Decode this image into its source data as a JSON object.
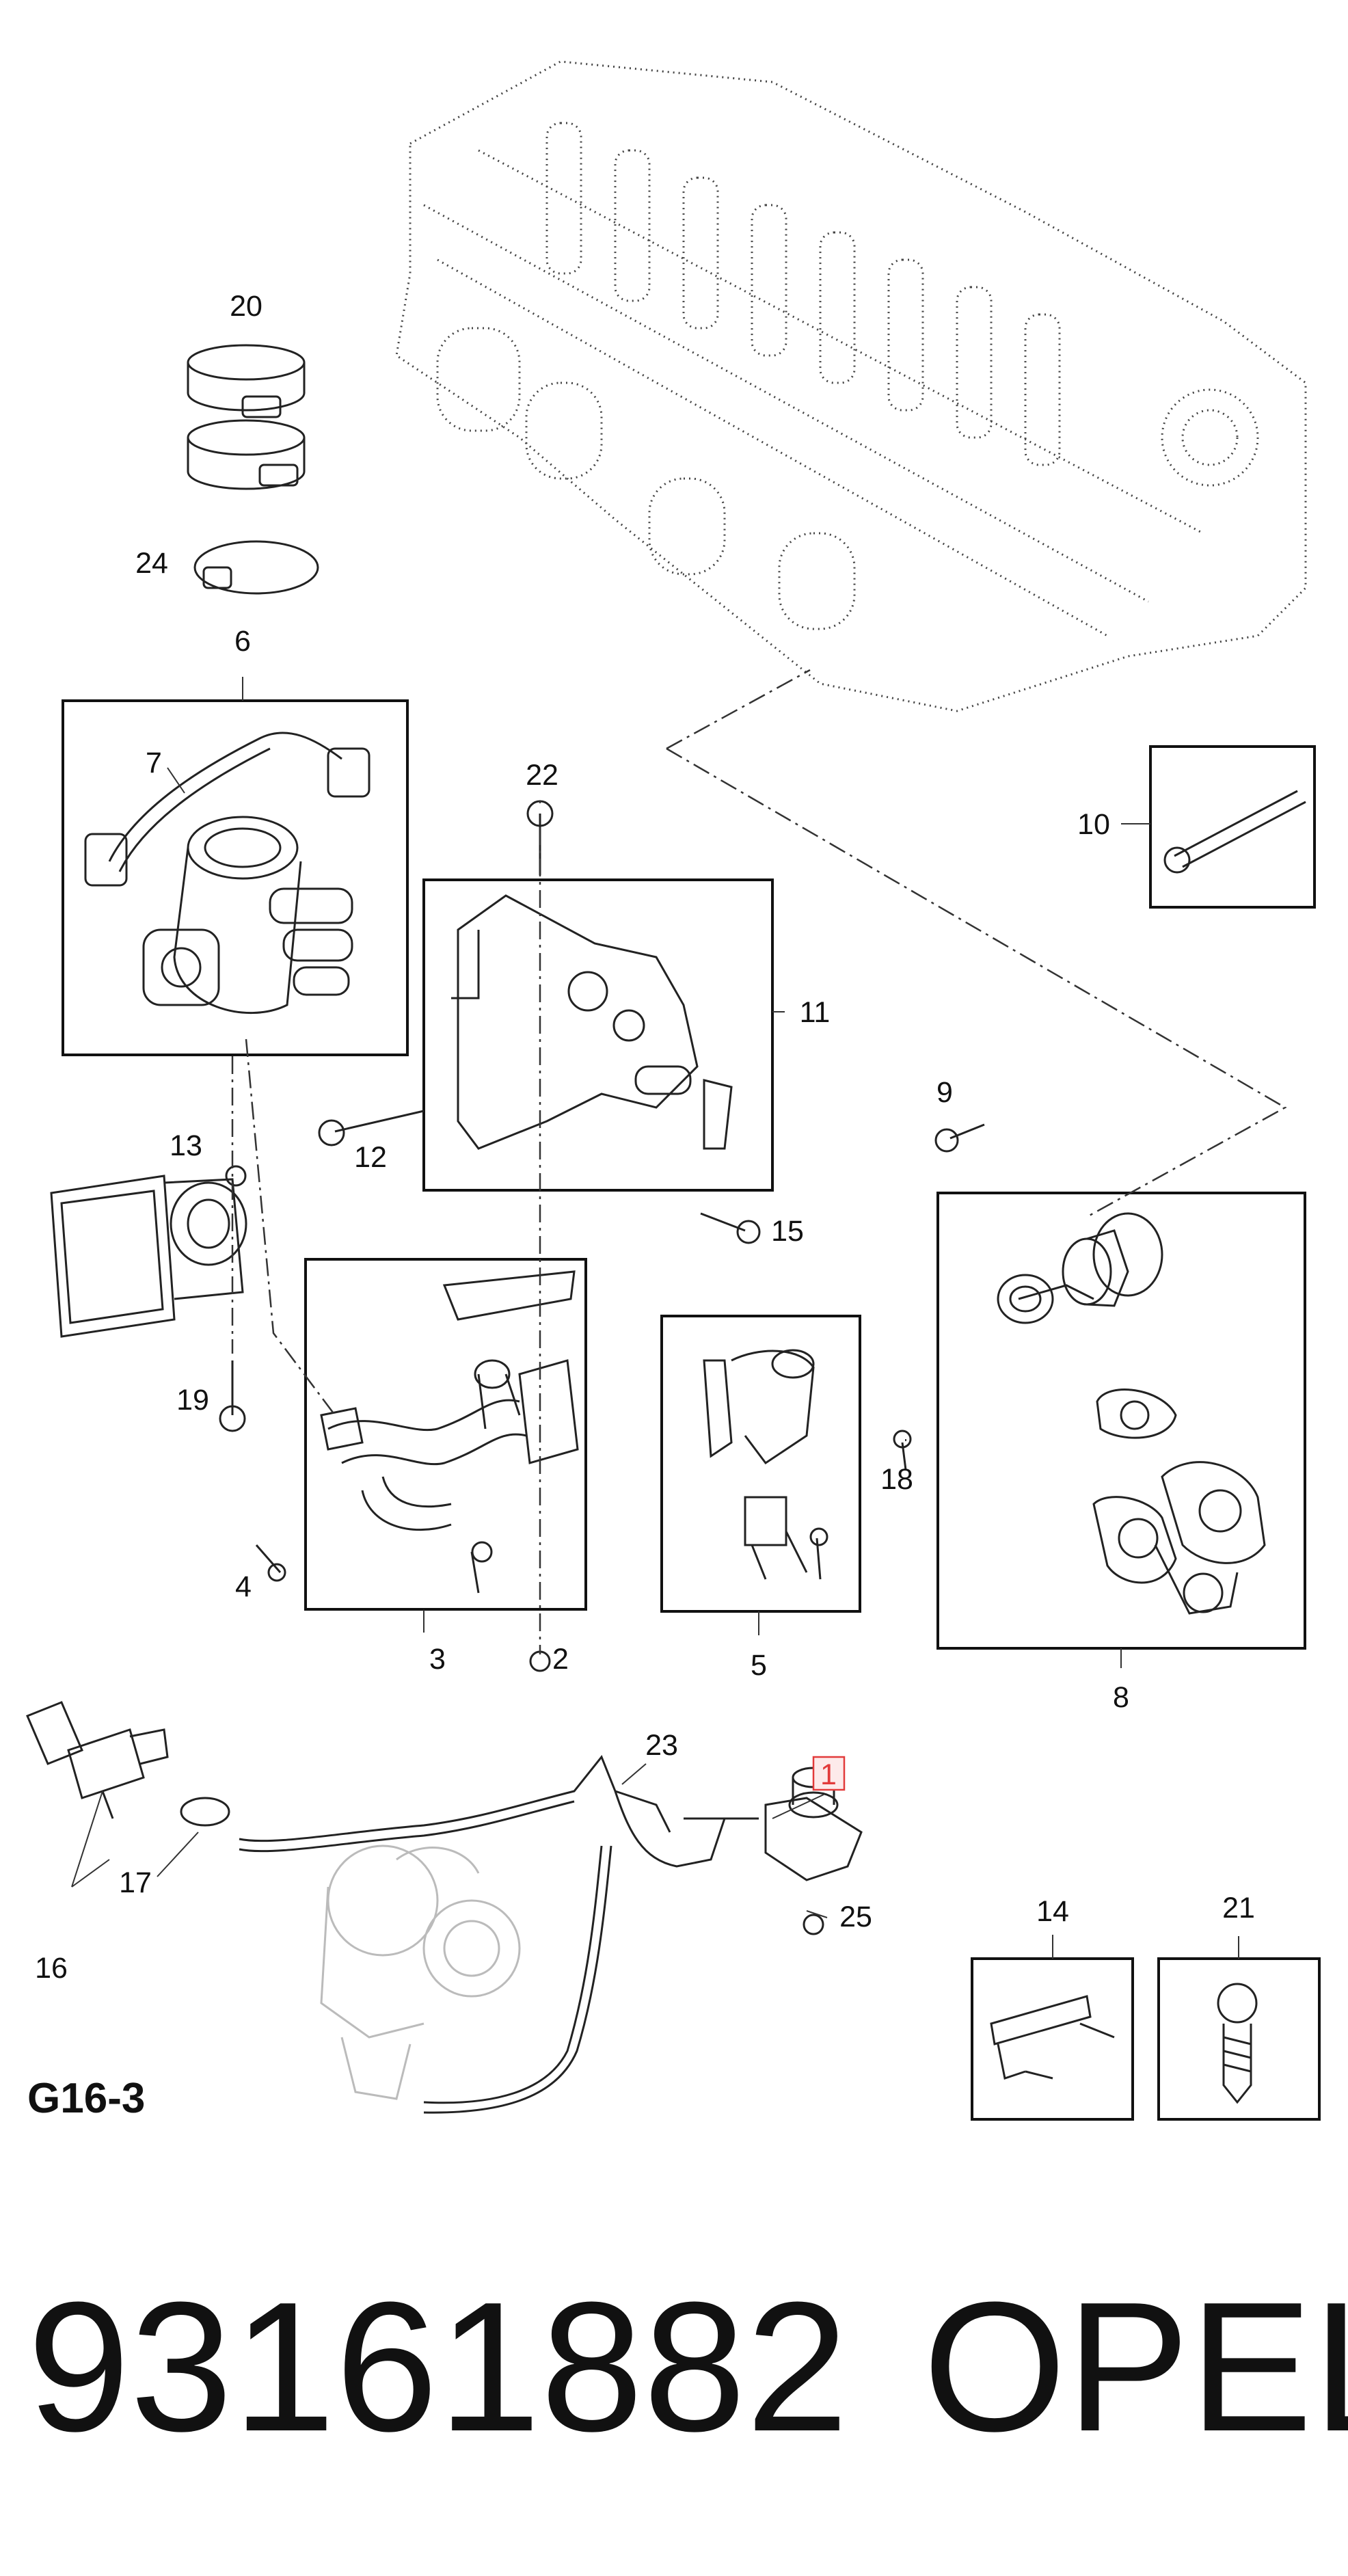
{
  "diagram": {
    "section_code": "G16-3",
    "part_number": "93161882",
    "brand": "OPEL",
    "highlighted_callout": "1",
    "callouts": {
      "c1": "1",
      "c2": "2",
      "c3": "3",
      "c4": "4",
      "c5": "5",
      "c6": "6",
      "c7": "7",
      "c8": "8",
      "c9": "9",
      "c10": "10",
      "c11": "11",
      "c12": "12",
      "c13": "13",
      "c14": "14",
      "c15": "15",
      "c16": "16",
      "c17": "17",
      "c18": "18",
      "c19": "19",
      "c20": "20",
      "c21": "21",
      "c22": "22",
      "c23": "23",
      "c24": "24",
      "c25": "25"
    },
    "colors": {
      "highlight_box": "#e23b3b",
      "highlight_fill": "#fdeaea"
    }
  }
}
